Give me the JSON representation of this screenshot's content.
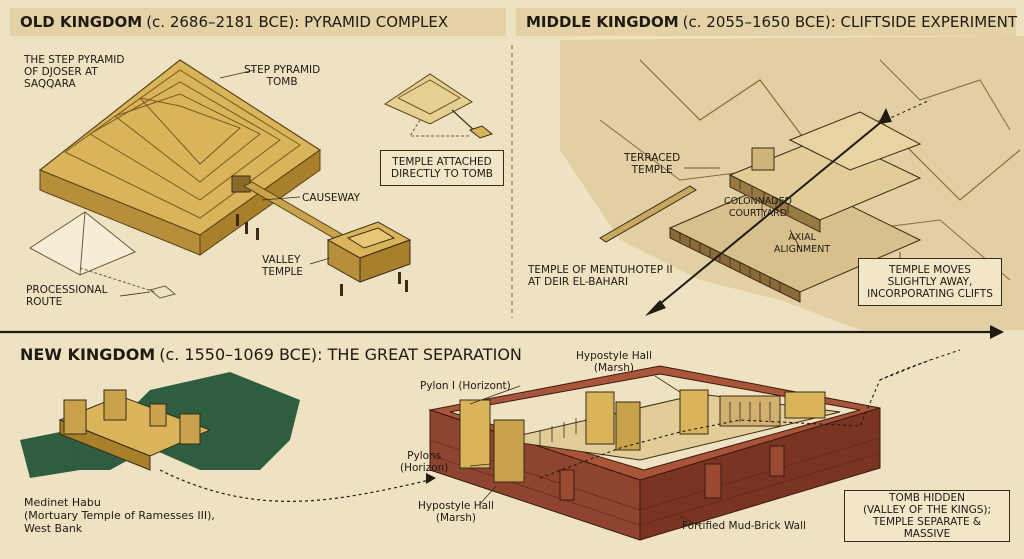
{
  "old": {
    "title_bold": "OLD KINGDOM",
    "title_rest": "(c. 2686–2181 BCE): PYRAMID COMPLEX",
    "labels": {
      "djoser": [
        "THE STEP PYRAMID",
        "OF DJOSER AT",
        "SAQQARA"
      ],
      "step_tomb": [
        "STEP PYRAMID",
        "TOMB"
      ],
      "causeway": "CAUSEWAY",
      "valley": [
        "VALLEY",
        "TEMPLE"
      ],
      "processional": [
        "PROCESSIONAL",
        "ROUTE"
      ],
      "attached": [
        "TEMPLE ATTACHED",
        "DIRECTLY TO TOMB"
      ]
    }
  },
  "middle": {
    "title_bold": "MIDDLE KINGDOM",
    "title_rest": "(c. 2055–1650 BCE): CLIFTSIDE EXPERIMENT",
    "labels": {
      "terraced": [
        "TERRACED",
        "TEMPLE"
      ],
      "courtyard": [
        "COLONNADED",
        "COURTYARD"
      ],
      "axial": [
        "AXIAL",
        "ALIGNMENT"
      ],
      "mentuhotep": [
        "TEMPLE OF MENTUHOTEP II",
        "AT DEIR EL-BAHARI"
      ],
      "moves": [
        "TEMPLE MOVES",
        "SLIGHTLY AWAY,",
        "INCORPORATING CLIFTS"
      ]
    }
  },
  "new": {
    "title_bold": "NEW KINGDOM",
    "title_rest": "(c. 1550–1069 BCE): THE GREAT SEPARATION",
    "labels": {
      "hypostyle_top": [
        "Hypostyle Hall",
        "(Marsh)"
      ],
      "pylon1": "Pylon I (Horizont)",
      "pylons": [
        "Pylons",
        "(Horizon)"
      ],
      "hypostyle_bottom": [
        "Hypostyle Hall",
        "(Marsh)"
      ],
      "wall": "Fortified Mud-Brick Wall",
      "medinet": [
        "Medinet Habu",
        "(Mortuary Temple of Ramesses III),",
        "West Bank"
      ],
      "tomb_hidden": [
        "TOMB HIDDEN",
        "(VALLEY OF THE KINGS);",
        "TEMPLE SEPARATE & MASSIVE"
      ]
    }
  },
  "colors": {
    "parchment": "#efe2c2",
    "stone": "#d9b45a",
    "stone_dark": "#a8802c",
    "brick": "#a9553a",
    "brick_dark": "#7a3422",
    "green": "#2f5d3f",
    "ink": "#1f1a12"
  }
}
